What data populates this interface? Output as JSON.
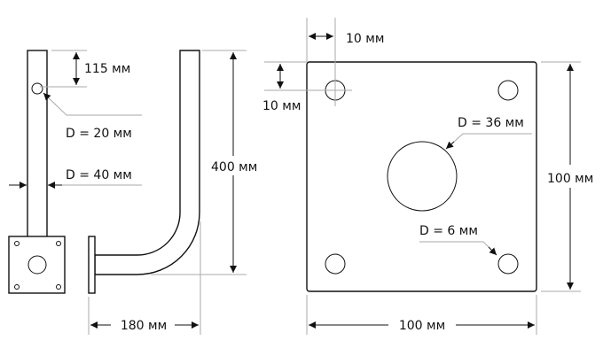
{
  "labels": {
    "pole_hole_offset": "115 мм",
    "pole_hole_diameter": "D = 20 мм",
    "pole_diameter": "D = 40 мм",
    "bracket_height": "400 мм",
    "bracket_reach": "180 мм",
    "plate_hole_offset_x": "10 мм",
    "plate_hole_offset_y": "10 мм",
    "plate_center_hole": "D = 36 мм",
    "plate_corner_hole": "D = 6 мм",
    "plate_height": "100 мм",
    "plate_width": "100 мм"
  }
}
